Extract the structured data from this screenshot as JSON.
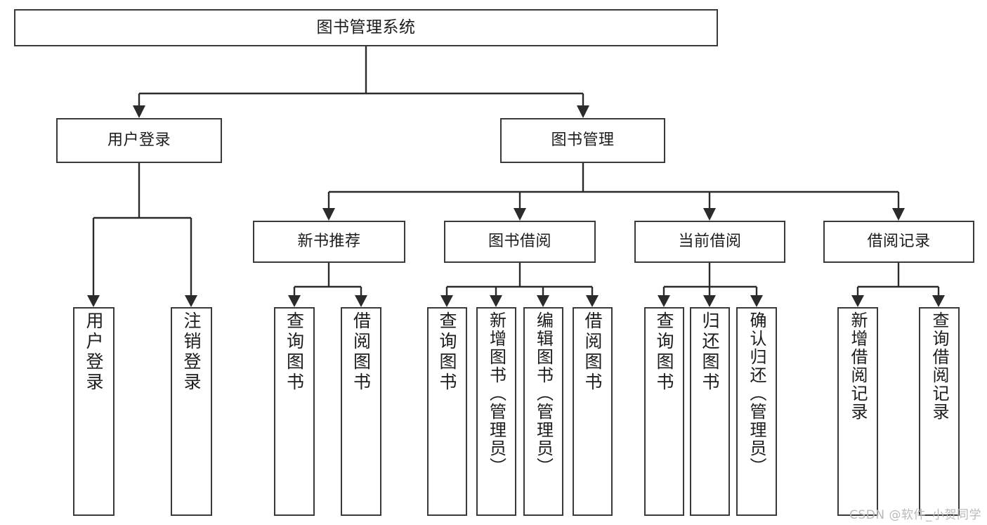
{
  "diagram": {
    "title": "图书管理系统",
    "type": "tree-hierarchy",
    "watermark": "CSDN @软件_小贺同学",
    "colors": {
      "background": "#ffffff",
      "box_border": "#3a3a3a",
      "connector": "#2b2b2b",
      "text": "#1c1c1c",
      "watermark": "#b9b9b9"
    }
  },
  "nodes": {
    "root": {
      "label": "图书管理系统"
    },
    "level2": [
      {
        "label": "用户登录"
      },
      {
        "label": "图书管理"
      }
    ],
    "level3": [
      {
        "label": "新书推荐"
      },
      {
        "label": "图书借阅"
      },
      {
        "label": "当前借阅"
      },
      {
        "label": "借阅记录"
      }
    ],
    "leaves": {
      "user_login": [
        {
          "label": "用户登录"
        },
        {
          "label": "注销登录"
        }
      ],
      "new_book_recommend": [
        {
          "label": "查询图书"
        },
        {
          "label": "借阅图书"
        }
      ],
      "book_borrow": [
        {
          "label": "查询图书"
        },
        {
          "label": "新增图书（管理员）"
        },
        {
          "label": "编辑图书（管理员）"
        },
        {
          "label": "借阅图书"
        }
      ],
      "current_borrow": [
        {
          "label": "查询图书"
        },
        {
          "label": "归还图书"
        },
        {
          "label": "确认归还（管理员）"
        }
      ],
      "borrow_record": [
        {
          "label": "新增借阅记录"
        },
        {
          "label": "查询借阅记录"
        }
      ]
    }
  }
}
